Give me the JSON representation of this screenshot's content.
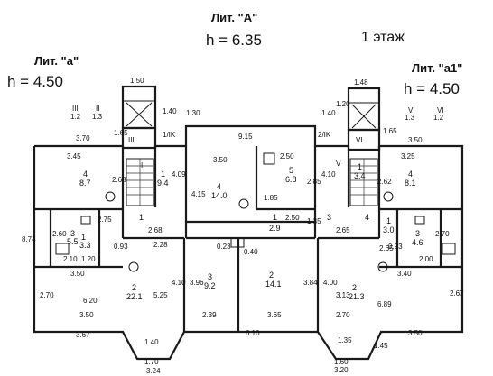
{
  "headers": {
    "lit_A": "Лит. \"А\"",
    "h_A": "h  =  6.35",
    "floor": "1 этаж",
    "lit_a": "Лит. \"а\"",
    "h_a": "h  =  4.50",
    "lit_a1": "Лит. \"а1\"",
    "h_a1": "h  =  4.50"
  },
  "roman_marks": [
    {
      "text": "III",
      "sub": "1.2"
    },
    {
      "text": "II",
      "sub": "1.3"
    },
    {
      "text": "V",
      "sub": "1.3"
    },
    {
      "text": "VI",
      "sub": "1.2"
    }
  ],
  "rooms": [
    {
      "num": "4",
      "area": "8.7"
    },
    {
      "num": "1",
      "area": ""
    },
    {
      "num": "3",
      "area": "5.5"
    },
    {
      "num": "1",
      "area": "3.3"
    },
    {
      "num": "2",
      "area": "22.1"
    },
    {
      "num": "1",
      "area": "9.4"
    },
    {
      "num": "4",
      "area": "14.0"
    },
    {
      "num": "5",
      "area": "6.8"
    },
    {
      "num": "1",
      "area": "2.9"
    },
    {
      "num": "3",
      "area": "9.2"
    },
    {
      "num": "2",
      "area": "14.1"
    },
    {
      "num": "1",
      "area": "3.4"
    },
    {
      "num": "4",
      "area": "8.1"
    },
    {
      "num": "3",
      "area": ""
    },
    {
      "num": "4",
      "area": ""
    },
    {
      "num": "1",
      "area": "3.0"
    },
    {
      "num": "3",
      "area": "4.6"
    },
    {
      "num": "2",
      "area": "21.3"
    }
  ],
  "stair_labels": [
    "III",
    "II",
    "1/IK",
    "2/IK",
    "V",
    "VI"
  ],
  "dimensions": [
    "1.50",
    "1.40",
    "1.30",
    "1.65",
    "3.70",
    "9.15",
    "1.48",
    "1.40",
    "1.20",
    "1.65",
    "3.50",
    "3.45",
    "2.68",
    "4.09",
    "3.50",
    "2.50",
    "4.10",
    "3.25",
    "2.62",
    "4.15",
    "1.85",
    "2.85",
    "8.74",
    "2.60",
    "2.75",
    "2.68",
    "2.10",
    "1.20",
    "2.28",
    "0.93",
    "0.23",
    "0.40",
    "2.50",
    "1.35",
    "2.65",
    "2.65",
    "0.93",
    "2.70",
    "2.00",
    "3.40",
    "3.50",
    "2.70",
    "6.20",
    "5.25",
    "4.10",
    "3.96",
    "3.84",
    "4.00",
    "3.13",
    "6.89",
    "2.67",
    "3.50",
    "2.39",
    "3.65",
    "2.70",
    "3.67",
    "1.40",
    "6.10",
    "1.35",
    "3.50",
    "1.70",
    "3.24",
    "1.45",
    "1.60",
    "3.20"
  ]
}
